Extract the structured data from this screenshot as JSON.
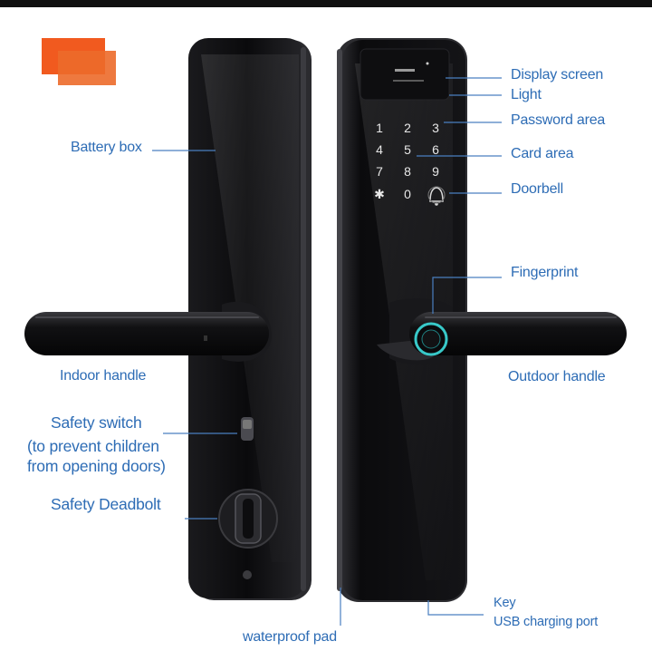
{
  "labels": {
    "battery_box": "Battery box",
    "indoor_handle": "Indoor handle",
    "safety_switch": "Safety switch",
    "safety_switch_note_1": "(to prevent children",
    "safety_switch_note_2": "from opening doors)",
    "safety_deadbolt": "Safety Deadbolt",
    "waterproof_pad": "waterproof pad",
    "display_screen": "Display screen",
    "light": "Light",
    "password_area": "Password area",
    "card_area": "Card area",
    "doorbell": "Doorbell",
    "fingerprint": "Fingerprint",
    "outdoor_handle": "Outdoor handle",
    "key": "Key",
    "usb_charging_port": "USB charging port"
  },
  "keypad": {
    "keys": [
      "1",
      "2",
      "3",
      "4",
      "5",
      "6",
      "7",
      "8",
      "9",
      "✱",
      "0"
    ],
    "doorbell_icon": "bell-icon"
  },
  "colors": {
    "label": "#2d6cb5",
    "leader_line": "#4a7fc0",
    "lock_body": "#0c0c0e",
    "keypad_text": "#e8e8e8",
    "fingerprint_ring": "#38c9c9",
    "logo": "#f15a1f"
  }
}
